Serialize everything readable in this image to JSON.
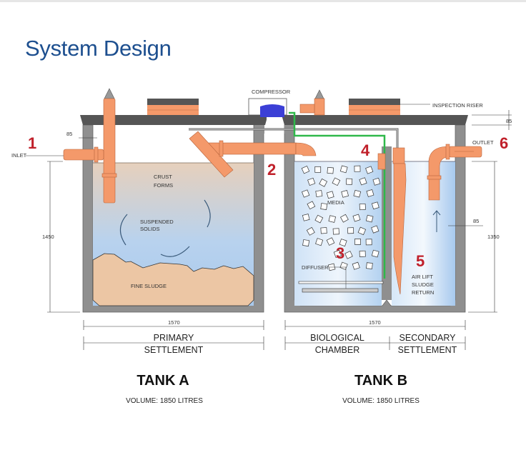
{
  "title": "System Design",
  "labels": {
    "compressor": "COMPRESSOR",
    "inspection_riser": "INSPECTION RISER",
    "inlet": "INLET",
    "outlet": "OUTLET",
    "crust_forms_1": "CRUST",
    "crust_forms_2": "FORMS",
    "suspended_solids_1": "SUSPENDED",
    "suspended_solids_2": "SOLIDS",
    "fine_sludge": "FINE SLUDGE",
    "media": "MEDIA",
    "diffuser": "DIFFUSER",
    "air_lift_1": "AIR LIFT",
    "air_lift_2": "SLUDGE",
    "air_lift_3": "RETURN"
  },
  "markers": [
    "1",
    "2",
    "3",
    "4",
    "5",
    "6"
  ],
  "dimensions": {
    "wall_thickness_inlet": "85",
    "lid_thickness": "85",
    "wall_thickness_outlet": "85",
    "tank_a_height": "1450",
    "tank_b_height": "1350",
    "tank_a_width": "1570",
    "tank_b_width": "1570"
  },
  "sections": {
    "a_1": "PRIMARY",
    "a_2": "SETTLEMENT",
    "b1_1": "BIOLOGICAL",
    "b1_2": "CHAMBER",
    "b2_1": "SECONDARY",
    "b2_2": "SETTLEMENT"
  },
  "tanks": [
    {
      "name": "TANK A",
      "volume": "VOLUME: 1850 LITRES"
    },
    {
      "name": "TANK B",
      "volume": "VOLUME: 1850 LITRES"
    }
  ],
  "colors": {
    "title": "#1d4f8f",
    "pipe": "#f4996a",
    "concrete": "#8f8f8f",
    "lid": "#555555",
    "marker": "#c0202a",
    "air_line": "#2fb84a",
    "compressor": "#3b3fd6"
  }
}
